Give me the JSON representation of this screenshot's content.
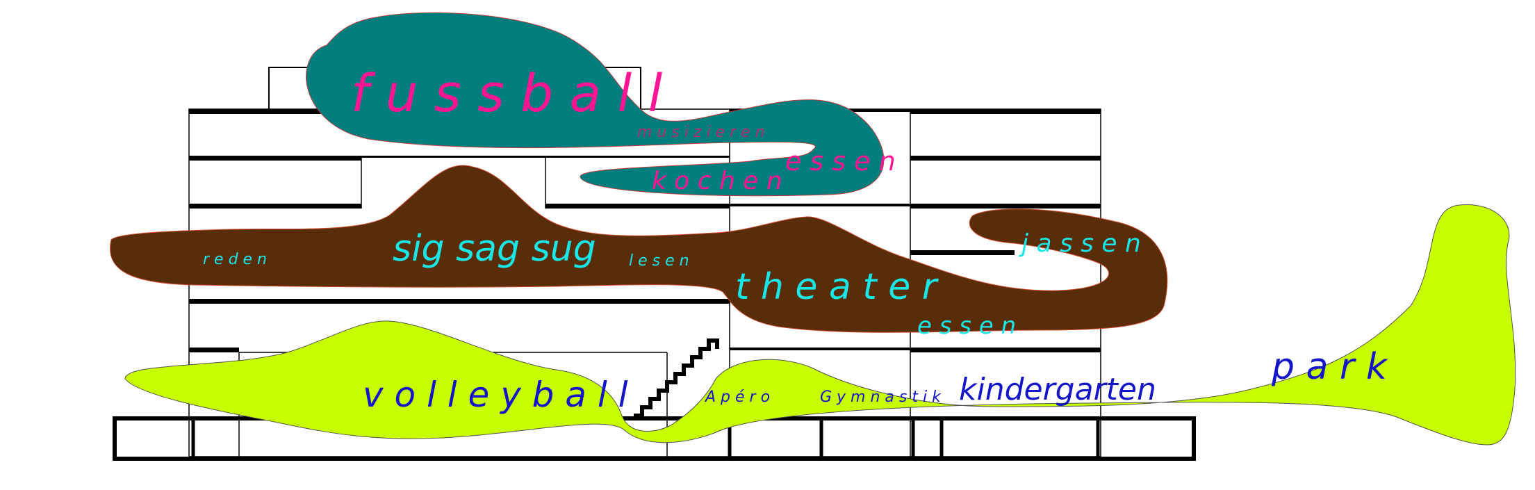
{
  "colors": {
    "teal": "#007e7e",
    "brown": "#5a2d0a",
    "lime": "#c8ff00",
    "pink": "#ff1493",
    "cyan": "#19e6e6",
    "blue": "#1414c8",
    "black": "#000000"
  },
  "labels": {
    "fussball": "f u s s b a l l",
    "musizieren": "m u s i z i e r e n",
    "essen_top": "e s s e n",
    "kochen": "k o c  h e n",
    "reden": "r e d e n",
    "sigsagsug": "sig sag sug",
    "lesen": "l e s e n",
    "jassen": "j a s s e n",
    "theater": "t h e a t e r",
    "essen_mid": "e s s e n",
    "volleyball": "v o l l e y b a l l",
    "apero": "A p é r o",
    "gymnastik": "G y m n a s t  i k",
    "kindergarten": "kindergarten",
    "park": "p a r k"
  }
}
